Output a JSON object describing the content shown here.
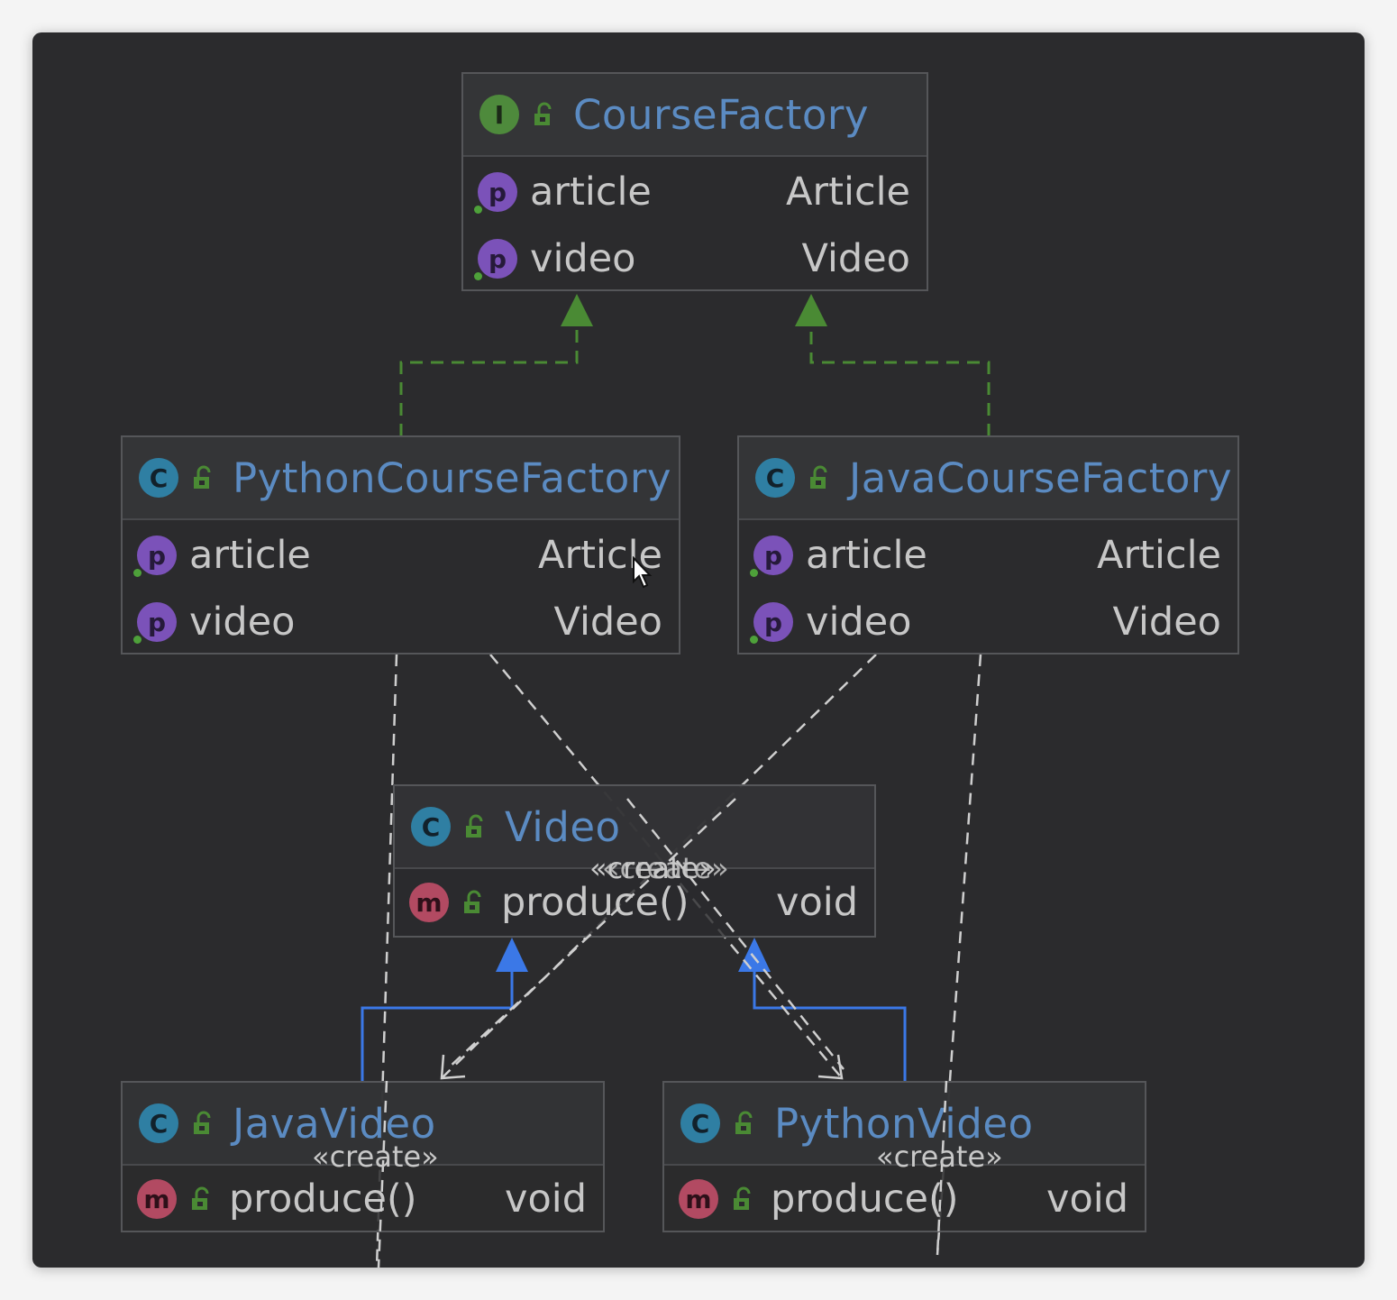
{
  "nodes": {
    "course_factory": {
      "kind": "I",
      "title": "CourseFactory",
      "rows": [
        {
          "kind": "p",
          "name": "article",
          "type": "Article"
        },
        {
          "kind": "p",
          "name": "video",
          "type": "Video"
        }
      ]
    },
    "python_course_factory": {
      "kind": "C",
      "title": "PythonCourseFactory",
      "rows": [
        {
          "kind": "p",
          "name": "article",
          "type": "Article"
        },
        {
          "kind": "p",
          "name": "video",
          "type": "Video"
        }
      ]
    },
    "java_course_factory": {
      "kind": "C",
      "title": "JavaCourseFactory",
      "rows": [
        {
          "kind": "p",
          "name": "article",
          "type": "Article"
        },
        {
          "kind": "p",
          "name": "video",
          "type": "Video"
        }
      ]
    },
    "video": {
      "kind": "C",
      "title": "Video",
      "rows": [
        {
          "kind": "m",
          "name": "produce()",
          "type": "void"
        }
      ]
    },
    "java_video": {
      "kind": "C",
      "title": "JavaVideo",
      "rows": [
        {
          "kind": "m",
          "name": "produce()",
          "type": "void"
        }
      ]
    },
    "python_video": {
      "kind": "C",
      "title": "PythonVideo",
      "rows": [
        {
          "kind": "m",
          "name": "produce()",
          "type": "void"
        }
      ]
    }
  },
  "stereotypes": {
    "create_center_a": "«create»",
    "create_center_b": "«create»",
    "create_java_video": "«create»",
    "create_python_video": "«create»"
  },
  "colors": {
    "background": "#2b2b2d",
    "title": "#5b8bc2",
    "realization": "#4a8a34",
    "generalization": "#3b78e7",
    "dependency": "#cfcfcf"
  }
}
